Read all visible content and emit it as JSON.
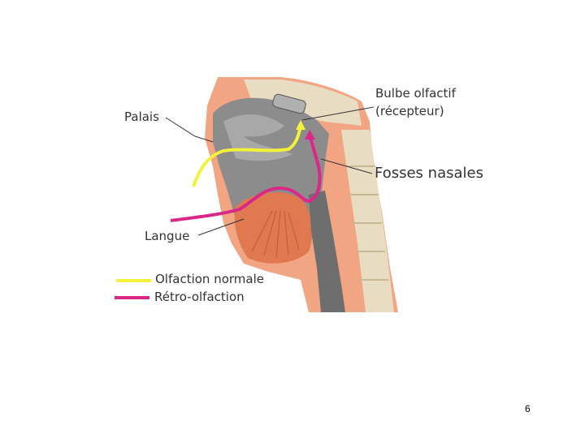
{
  "labels": {
    "palate": "Palais",
    "bulb_line1": "Bulbe olfactif",
    "bulb_line2": "(récepteur)",
    "nasal": "Fosses nasales",
    "tongue": "Langue"
  },
  "legend": {
    "normal": "Olfaction normale",
    "retro": "Rétro-olfaction"
  },
  "page_number": "6",
  "colors": {
    "normal_path": "#f2f23a",
    "retro_path": "#d9278a",
    "skin": "#f2a582",
    "tissue": "#8c8c8c",
    "bone": "#e8dcc2"
  }
}
